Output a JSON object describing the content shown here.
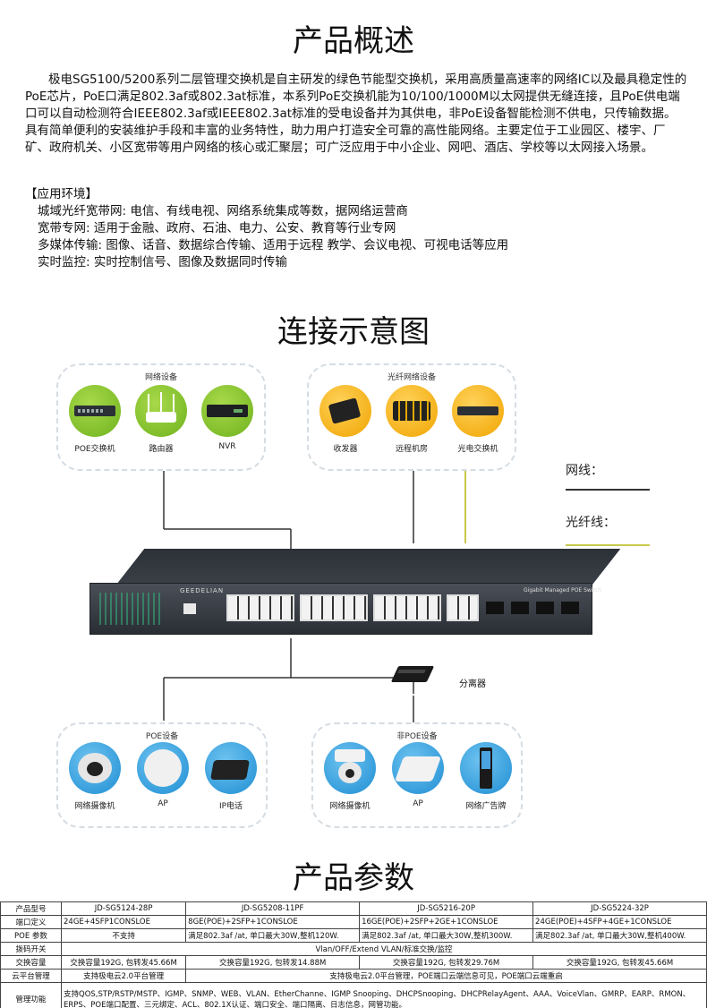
{
  "overview": {
    "title": "产品概述",
    "intro": "极电SG5100/5200系列二层管理交换机是自主研发的绿色节能型交换机，采用高质量高速率的网络IC以及最具稳定性的PoE芯片，PoE口满足802.3af或802.3at标准，本系列PoE交换机能为10/100/1000M以太网提供无缝连接，且PoE供电端口可以自动检测符合IEEE802.3af或IEEE802.3at标准的受电设备并为其供电，非PoE设备智能检测不供电，只传输数据。具有简单便利的安装维护手段和丰富的业务特性，助力用户打造安全可靠的高性能网络。主要定位于工业园区、楼宇、厂矿、政府机关、小区宽带等用户网络的核心或汇聚层；可广泛应用于中小企业、网吧、酒店、学校等以太网接入场景。"
  },
  "applications": {
    "heading": "【应用环境】",
    "items": [
      "城域光纤宽带网: 电信、有线电视、网络系统集成等数，据网络运营商",
      "宽带专网: 适用于金融、政府、石油、电力、公安、教育等行业专网",
      "多媒体传输: 图像、话音、数据综合传输、适用于远程 教学、会议电视、可视电话等应用",
      "实时监控: 实时控制信号、图像及数据同时传输"
    ]
  },
  "diagram": {
    "title": "连接示意图",
    "network_panel": {
      "title": "网络设备",
      "devices": [
        {
          "label": "POE交换机",
          "icon": "poe-switch-icon"
        },
        {
          "label": "路由器",
          "icon": "router-icon"
        },
        {
          "label": "NVR",
          "icon": "nvr-icon"
        }
      ]
    },
    "fiber_panel": {
      "title": "光纤网络设备",
      "devices": [
        {
          "label": "收发器",
          "icon": "transceiver-icon"
        },
        {
          "label": "远程机房",
          "icon": "remote-room-icon"
        },
        {
          "label": "光电交换机",
          "icon": "fiber-switch-icon"
        }
      ]
    },
    "legend": {
      "ethernet": "网线：",
      "fiber": "光纤线："
    },
    "switch": {
      "brand": "GEEDELIAN",
      "model_label": "Gigabit Managed POE Switch"
    },
    "splitter_label": "分离器",
    "poe_panel": {
      "title": "POE设备",
      "devices": [
        {
          "label": "网络摄像机",
          "icon": "ip-camera-icon"
        },
        {
          "label": "AP",
          "icon": "ap-icon"
        },
        {
          "label": "IP电话",
          "icon": "ip-phone-icon"
        }
      ]
    },
    "nonpoe_panel": {
      "title": "非POE设备",
      "devices": [
        {
          "label": "网络摄像机",
          "icon": "dome-camera-icon"
        },
        {
          "label": "AP",
          "icon": "ap-icon"
        },
        {
          "label": "网络广告牌",
          "icon": "ad-kiosk-icon"
        }
      ]
    },
    "colors": {
      "ethernet_line": "#333333",
      "fiber_line": "#c8c84a",
      "panel_border": "#d5dce2"
    }
  },
  "params": {
    "title": "产品参数",
    "rows": [
      {
        "label": "产品型号",
        "cells": [
          "JD-SG5124-28P",
          "JD-SG5208-11PF",
          "JD-SG5216-20P",
          "JD-SG5224-32P"
        ]
      },
      {
        "label": "端口定义",
        "cells": [
          "24GE+4SFP1CONSLOE",
          "8GE(POE)+2SFP+1CONSLOE",
          "16GE(POE)+2SFP+2GE+1CONSLOE",
          "24GE(POE)+4SFP+4GE+1CONSLOE"
        ]
      },
      {
        "label": "POE 参数",
        "cells": [
          "不支持",
          "满足802.3af /at, 单口最大30W,整机120W.",
          "满足802.3af /at, 单口最大30W,整机300W.",
          "满足802.3af /at, 单口最大30W,整机400W."
        ]
      },
      {
        "label": "拨码开关",
        "span": "Vlan/OFF/Extend VLAN/标准交换/监控"
      },
      {
        "label": "交换容量",
        "cells": [
          "交换容量192G, 包转发45.66M",
          "交换容量192G, 包转发14.88M",
          "交换容量192G, 包转发29.76M",
          "交换容量192G, 包转发45.66M"
        ]
      },
      {
        "label": "云平台管理",
        "first": "支持极电云2.0平台管理",
        "span": "支持极电云2.0平台管理，POE端口云端信息可见，POE端口云端重启"
      },
      {
        "label": "管理功能",
        "span": "支持QOS,STP/RSTP/MSTP、IGMP、SNMP、WEB、VLAN、EtherChanne、IGMP Snooping、DHCPSnooping、DHCPRelayAgent、AAA、VoiceVlan、GMRP、EARP、RMON、ERPS、POE端口配置、三元绑定、ACL、802.1X认证、端口安全、端口隔离、日志信息，网管功能。"
      }
    ]
  }
}
